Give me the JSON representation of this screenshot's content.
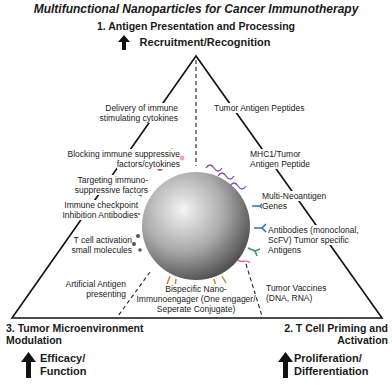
{
  "diagram": {
    "title": "Multifunctional Nanoparticles for Cancer Immunotherapy",
    "labels": [
      "1. Antigen Presentation and Processing",
      "Recruitment/Recognition",
      "Delivery of immune stimulating cytokines",
      "Blocking immune suppressive factors/cytokines",
      "Targeting immuno-suppressive factors",
      "Immune checkpoint Inhibition Antibodies",
      "T cell activation small molecules",
      "Tumor Antigen Peptides",
      "MHC1/Tumor Antigen Peptide",
      "Multi-Neoantigen Genes",
      "Antibodies (monoclonal, ScFV) Tumor specific Antigens",
      "Artificial Antigen presenting",
      "Bispecific Nano-Immunoengager (One engager/ Seperate Conjugate)",
      "Tumor Vaccines (DNA, RNA)",
      "3. Tumor Microenvironment Modulation",
      "Efficacy/ Function",
      "2. T Cell Priming and Activation",
      "Proliferation/ Differentiation"
    ]
  }
}
